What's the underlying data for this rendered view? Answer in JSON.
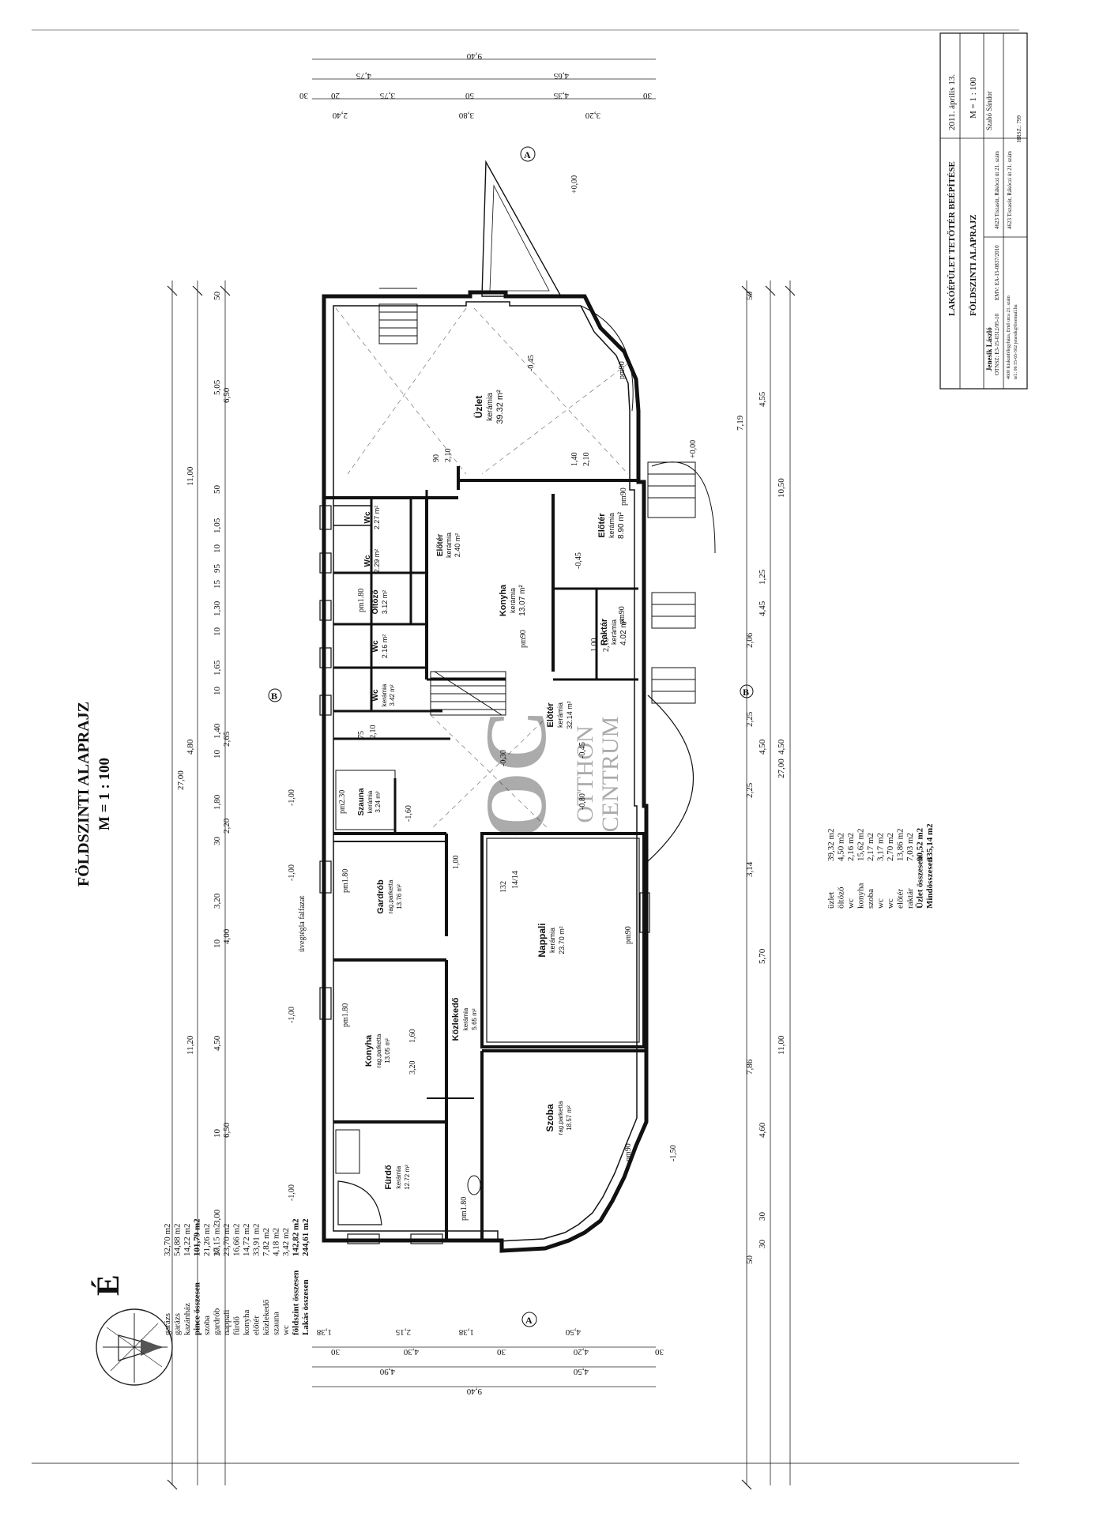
{
  "drawing": {
    "title": "FÖLDSZINTI ALAPRAJZ",
    "scale": "M = 1 : 100",
    "north_label": "É",
    "section_marks": [
      "A",
      "A",
      "B",
      "B"
    ],
    "watermark": {
      "logo": "OC",
      "line1": "OTTHON",
      "line2": "CENTRUM"
    }
  },
  "rooms": [
    {
      "id": "uzlet",
      "name": "Üzlet",
      "floor": "kerámia",
      "area": "39.32 m²",
      "opening": "pm90"
    },
    {
      "id": "eloter-shop",
      "name": "Előtér",
      "floor": "kerámia",
      "area": "8.90 m²",
      "opening": "pm90"
    },
    {
      "id": "eloter-small",
      "name": "Előtér",
      "floor": "kerámia",
      "area": "2.40 m²"
    },
    {
      "id": "wc-1",
      "name": "Wc",
      "floor": "",
      "area": "2.27 m²"
    },
    {
      "id": "wc-2",
      "name": "Wc",
      "floor": "",
      "area": "2.29 m²"
    },
    {
      "id": "oltozo",
      "name": "Öltöző",
      "floor": "",
      "area": "3.12 m²",
      "opening": "pm1.80"
    },
    {
      "id": "wc-3",
      "name": "Wc",
      "floor": "",
      "area": "2.16 m²"
    },
    {
      "id": "wc-4",
      "name": "Wc",
      "floor": "kerámia",
      "area": "3.42 m²"
    },
    {
      "id": "konyha-shop",
      "name": "Konyha",
      "floor": "kerámia",
      "area": "13.07 m²",
      "opening": "pm90"
    },
    {
      "id": "raktar",
      "name": "Raktár",
      "floor": "kerámia",
      "area": "4.02 m²",
      "opening": "pm90"
    },
    {
      "id": "eloter-main",
      "name": "Előtér",
      "floor": "kerámia",
      "area": "32.14 m²"
    },
    {
      "id": "szauna",
      "name": "Szauna",
      "floor": "kerámia",
      "area": "3.24 m²",
      "opening": "pm2.30"
    },
    {
      "id": "gardrob",
      "name": "Gardrób",
      "floor": "rag.parketta",
      "area": "13.76 m²",
      "opening": "pm1.80"
    },
    {
      "id": "nappali",
      "name": "Nappali",
      "floor": "kerámia",
      "area": "23.70 m²",
      "opening": "pm90"
    },
    {
      "id": "konyha-flat",
      "name": "Konyha",
      "floor": "rag.parketta",
      "area": "13.05 m²",
      "opening": "pm1.80"
    },
    {
      "id": "kozlekedo",
      "name": "Közlekedő",
      "floor": "kerámia",
      "area": "5.65 m²"
    },
    {
      "id": "szoba",
      "name": "Szoba",
      "floor": "rag.parketta",
      "area": "18.57 m²",
      "opening": "pm90"
    },
    {
      "id": "furdo",
      "name": "Fürdő",
      "floor": "kerámia",
      "area": "12.72 m²",
      "opening": "pm1.80"
    }
  ],
  "annotations": {
    "glass_block": "üvegtégla falfazat",
    "levels": [
      "+0,00",
      "+0,00",
      "-0,45",
      "-0,45",
      "-0,30",
      "-0,80",
      "-0,45",
      "-1,00",
      "-1,00",
      "-1,00",
      "-1,60",
      "-1,00",
      "-1,50"
    ],
    "door_marks": [
      "90",
      "2,10",
      "1,40",
      "2,10",
      "1,00",
      "2,10",
      "75",
      "2,10",
      "1,00",
      "1,60",
      "3,20",
      "132",
      "14/14"
    ]
  },
  "dimensions": {
    "top_outer": "27,00",
    "top_chain_1": [
      "50",
      "5,05",
      "50",
      "1,05",
      "10",
      "95",
      "15",
      "1,30",
      "10",
      "1,65",
      "10",
      "1,40",
      "10",
      "1,80",
      "30",
      "3,20",
      "10",
      "4,50",
      "10",
      "3,00",
      "30"
    ],
    "top_chain_2": [
      "6,50",
      "11,00",
      "4,80",
      "2,65",
      "2,20",
      "4,00",
      "11,20",
      "6,50"
    ],
    "bottom_outer": "27,00",
    "bottom_chain_1": [
      "50",
      "4,55",
      "1,25",
      "2,06",
      "2,25",
      "2,25",
      "3,14",
      "5,70",
      "7,86",
      "4,60",
      "50"
    ],
    "bottom_chain_2": [
      "7,19",
      "10,50",
      "4,45",
      "4,50",
      "4,50",
      "11,00",
      "30",
      "30"
    ],
    "right_outer": "9,40",
    "right_chain": [
      "30",
      "20",
      "3,75",
      "50",
      "4,35",
      "30",
      "4,75",
      "4,65",
      "2,40",
      "3,80",
      "3,20"
    ],
    "left_outer": "9,40",
    "left_chain": [
      "1,38",
      "2,15",
      "1,38",
      "4,50",
      "30",
      "4,30",
      "30",
      "4,20",
      "30",
      "4,90",
      "4,50"
    ]
  },
  "area_table": {
    "rows": [
      {
        "name": "garázs",
        "value": "32,70 m2"
      },
      {
        "name": "garázs",
        "value": "54,88 m2"
      },
      {
        "name": "kazánház",
        "value": "14,22 m2"
      },
      {
        "name": "pince összesen",
        "value": "101,79 m2",
        "bold": true
      },
      {
        "name": "szoba",
        "value": "21,26 m2"
      },
      {
        "name": "gardrób",
        "value": "17,15 m2"
      },
      {
        "name": "nappali",
        "value": "23,70 m2"
      },
      {
        "name": "fürdő",
        "value": "16,66 m2"
      },
      {
        "name": "konyha",
        "value": "14,72 m2"
      },
      {
        "name": "előtér",
        "value": "33,91 m2"
      },
      {
        "name": "közlekedő",
        "value": "7,82 m2"
      },
      {
        "name": "szauna",
        "value": "4,18 m2"
      },
      {
        "name": "wc",
        "value": "3,42 m2"
      },
      {
        "name": "földszint összesen",
        "value": "142,82 m2",
        "bold": true
      },
      {
        "name": "Lakás összesen",
        "value": "244,61 m2",
        "bold": true
      }
    ],
    "rows2": [
      {
        "name": "üzlet",
        "value": "39,32 m2"
      },
      {
        "name": "öltöző",
        "value": "4,50 m2"
      },
      {
        "name": "wc",
        "value": "2,16 m2"
      },
      {
        "name": "konyha",
        "value": "15,62 m2"
      },
      {
        "name": "szoba",
        "value": "2,17 m2"
      },
      {
        "name": "wc",
        "value": "3,17 m2"
      },
      {
        "name": "wc",
        "value": "2,70 m2"
      },
      {
        "name": "előtér",
        "value": "13,86 m2"
      },
      {
        "name": "raktár",
        "value": "7,03 m2"
      },
      {
        "name": "Üzlet összesen",
        "value": "90,52 m2",
        "bold": true
      },
      {
        "name": "Mindösszesen",
        "value": "335,14 m2",
        "bold": true
      }
    ]
  },
  "title_block": {
    "project": "LAKÓÉPÜLET TETŐTÉR BEÉPÍTÉSE",
    "date": "2011. április 13.",
    "sheet": "FÖLDSZINTI ALAPRAJZ",
    "scale": "M = 1 : 100",
    "designer": "Jenesik László",
    "designer_lines": [
      "OTNSZ: E3-15-0312/05-10",
      "EMV: EA-15-0837/2010"
    ],
    "designer_address": [
      "4600 Kiskunfélegyháza, Ernő utca 21. szám",
      "tel.: 06 55-65-562  jenesik@freemail.hu"
    ],
    "client": "Szabó Sándor",
    "location": "4623 Tiszasüt, Rákóczi út 21. szám",
    "location2": "4623 Tiszasüt, Rákóczi út 21. szám",
    "hrsz": "HRSZ.: 799"
  }
}
